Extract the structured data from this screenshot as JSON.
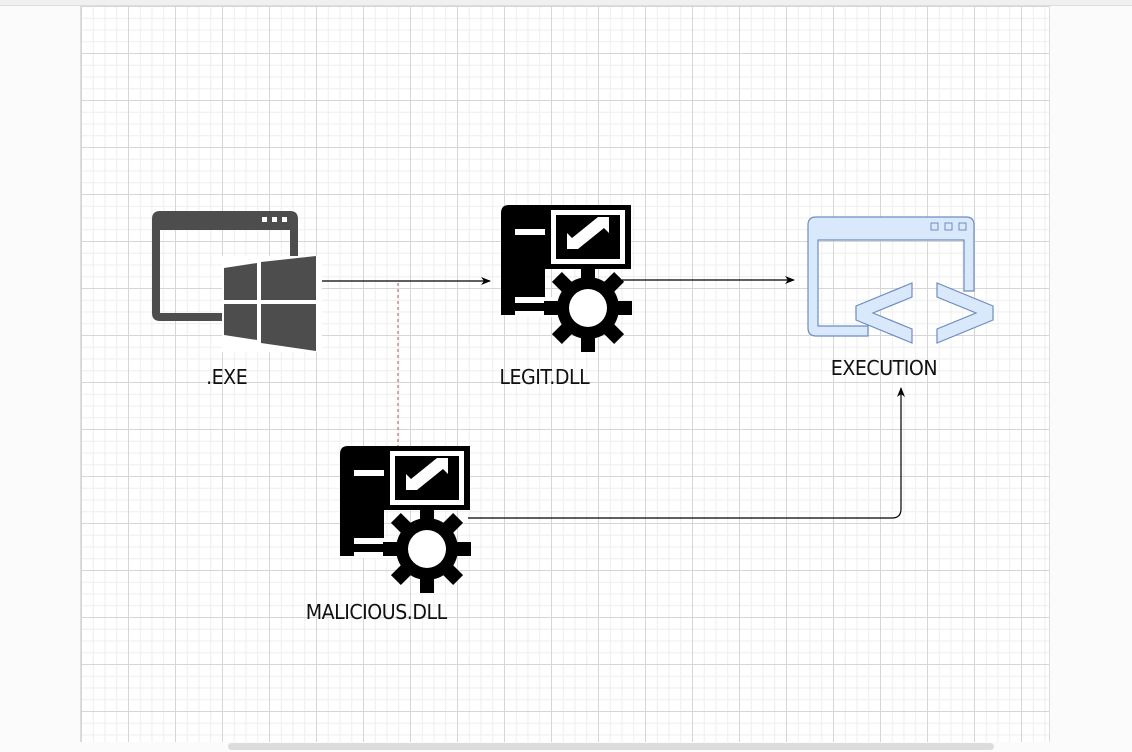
{
  "nodes": {
    "exe": {
      "label": ".EXE",
      "icon": "windows-application-icon",
      "color": "#4d4d4d"
    },
    "legit_dll": {
      "label": "LEGIT.DLL",
      "icon": "dll-gear-icon",
      "fill": "#d5e8d4",
      "stroke": "#82b366"
    },
    "execution": {
      "label": "EXECUTION",
      "icon": "code-window-icon",
      "fill": "#dae8fc",
      "stroke": "#6c8ebf"
    },
    "malicious_dll": {
      "label": "MALICIOUS.DLL",
      "icon": "dll-gear-icon",
      "fill": "#f8cecc",
      "stroke": "#b85450"
    }
  },
  "edges": [
    {
      "from": "exe",
      "to": "legit_dll",
      "style": "solid"
    },
    {
      "from": "legit_dll",
      "to": "execution",
      "style": "solid"
    },
    {
      "from": "exe",
      "to": "malicious_dll",
      "style": "dashed",
      "color": "#b85450"
    },
    {
      "from": "malicious_dll",
      "to": "execution",
      "style": "solid"
    }
  ]
}
